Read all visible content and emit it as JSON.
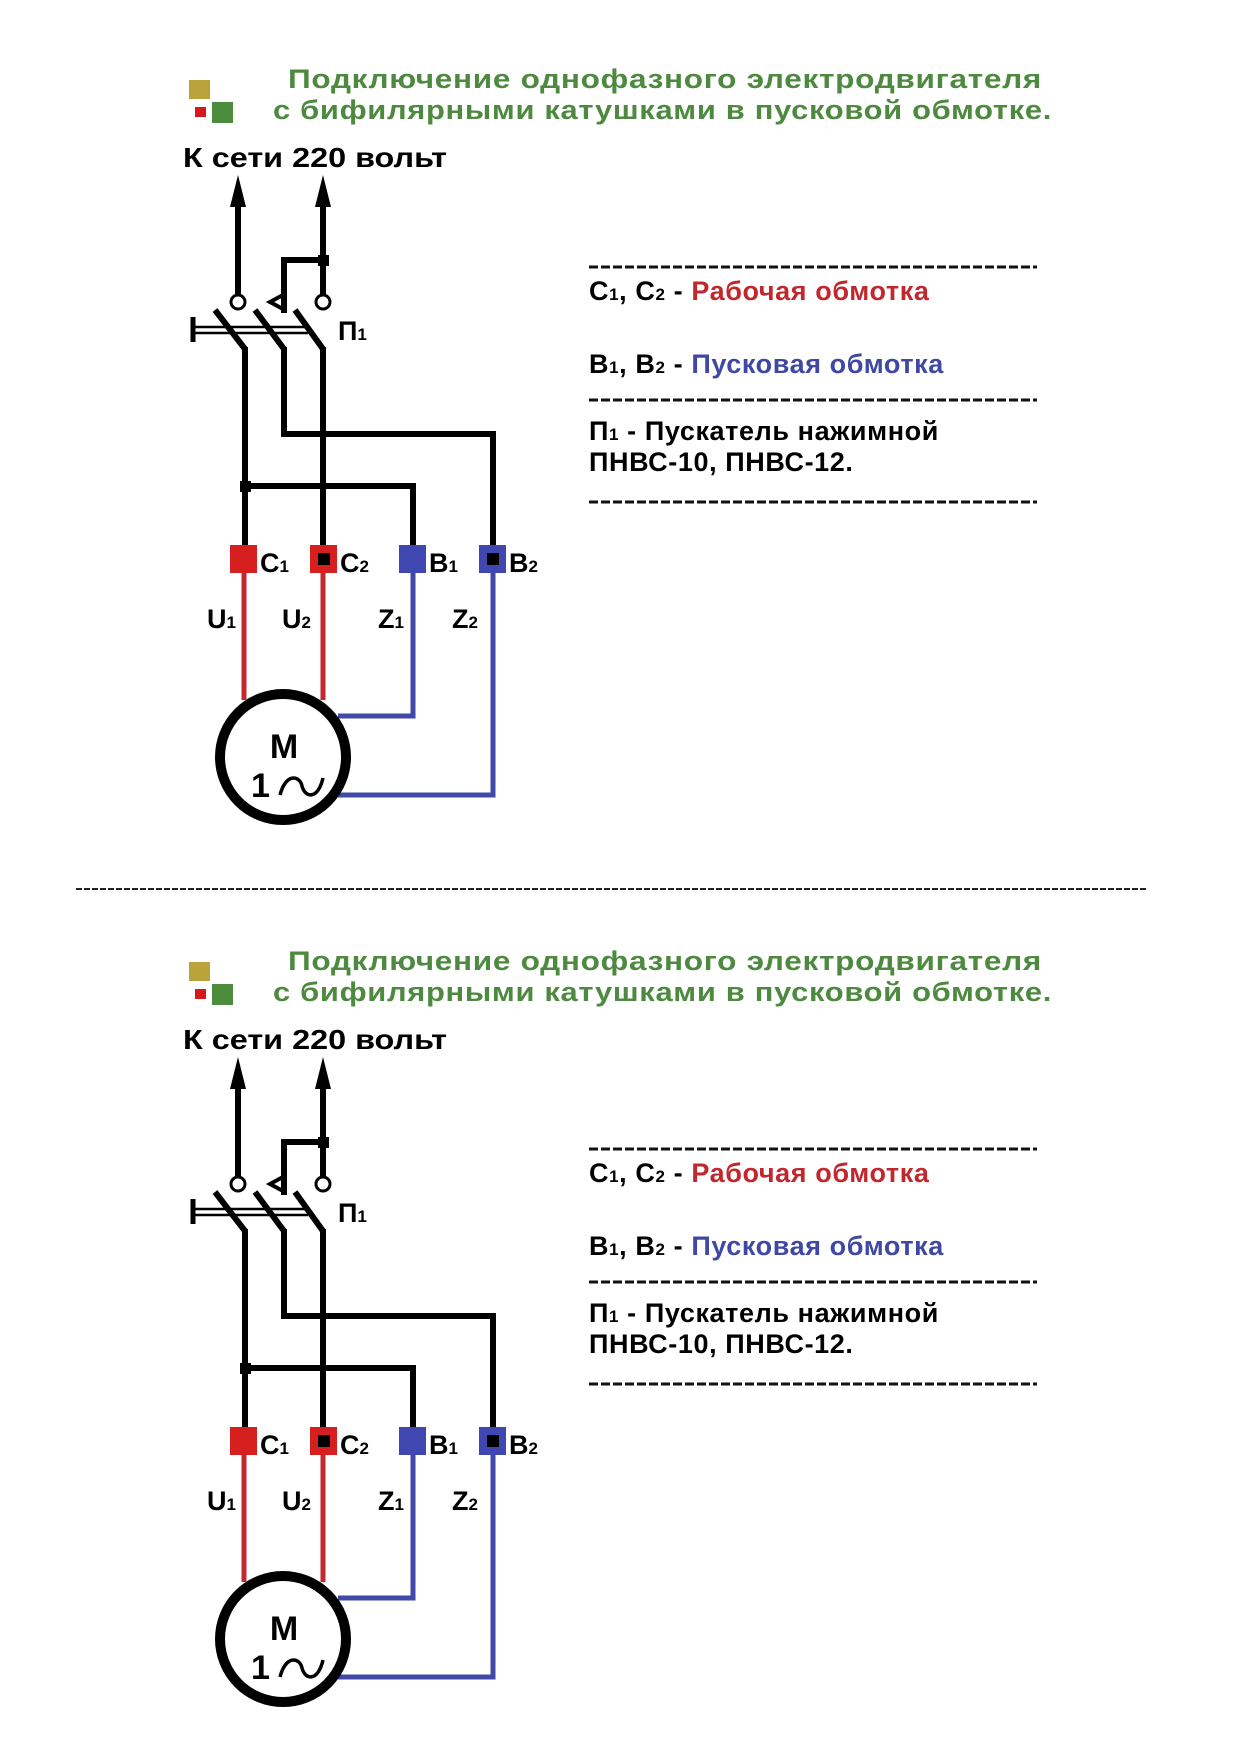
{
  "title": {
    "line1": "Подключение однофазного электродвигателя",
    "line2": "с бифилярными катушками в пусковой обмотке."
  },
  "logo_colors": {
    "olive": "#b9a33a",
    "green": "#4b8c3d",
    "red": "#d7191c"
  },
  "network_label": "К сети 220 вольт",
  "switch_label": {
    "main": "П",
    "sub": "1"
  },
  "terminals": [
    {
      "id": "C1",
      "letter": "C",
      "sub": "1",
      "color": "#d6201f",
      "marked": false,
      "wire_label": {
        "main": "U",
        "sub": "1"
      }
    },
    {
      "id": "C2",
      "letter": "C",
      "sub": "2",
      "color": "#d6201f",
      "marked": true,
      "wire_label": {
        "main": "U",
        "sub": "2"
      }
    },
    {
      "id": "B1",
      "letter": "B",
      "sub": "1",
      "color": "#4047b0",
      "marked": false,
      "wire_label": {
        "main": "Z",
        "sub": "1"
      }
    },
    {
      "id": "B2",
      "letter": "B",
      "sub": "2",
      "color": "#4047b0",
      "marked": true,
      "wire_label": {
        "main": "Z",
        "sub": "2"
      }
    }
  ],
  "motor": {
    "letter": "M",
    "phase": "1",
    "ac_symbol": "~"
  },
  "legend": {
    "work": {
      "keys": [
        {
          "main": "C",
          "sub": "1"
        },
        {
          "main": "C",
          "sub": "2"
        }
      ],
      "dash": " - ",
      "text": "Рабочая обмотка",
      "color": "#c1272d"
    },
    "start": {
      "keys": [
        {
          "main": "B",
          "sub": "1"
        },
        {
          "main": "B",
          "sub": "2"
        }
      ],
      "dash": " - ",
      "text": "Пусковая обмотка",
      "color": "#3f49a3"
    },
    "starter": {
      "key": {
        "main": "П",
        "sub": "1"
      },
      "line1": " - Пускатель нажимной",
      "line2": "ПНВС-10, ПНВС-12."
    }
  },
  "blocks": [
    "top",
    "bottom"
  ]
}
